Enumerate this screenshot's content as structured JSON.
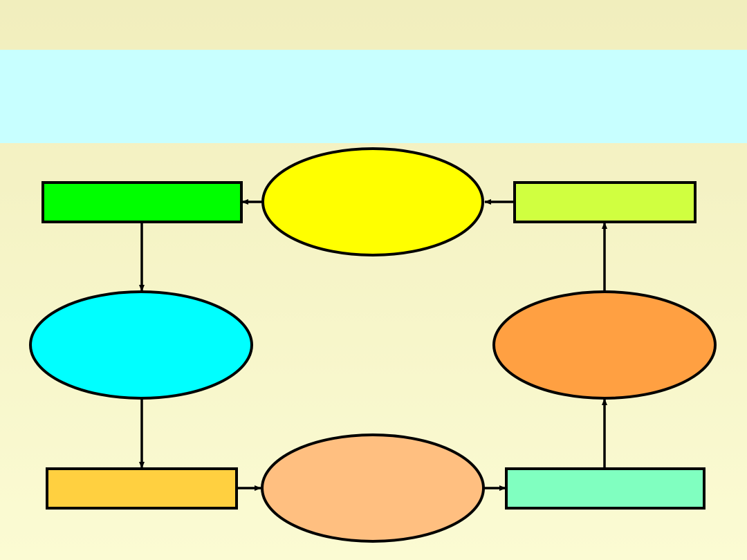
{
  "colors": {
    "band": "#c8ffff",
    "stroke": "#000000",
    "green_box": "#00ff00",
    "yellow_ellipse": "#ffff00",
    "lime_box": "#d0ff40",
    "cyan_ellipse": "#00ffff",
    "orange_ellipse": "#ffa042",
    "gold_box": "#ffd040",
    "peach_ellipse": "#ffbf80",
    "mint_box": "#80ffc0"
  },
  "nodes": [
    {
      "id": "green-box",
      "shape": "rect",
      "color": "green_box"
    },
    {
      "id": "yellow-ellipse",
      "shape": "ellipse",
      "color": "yellow_ellipse"
    },
    {
      "id": "lime-box",
      "shape": "rect",
      "color": "lime_box"
    },
    {
      "id": "cyan-ellipse",
      "shape": "ellipse",
      "color": "cyan_ellipse"
    },
    {
      "id": "orange-ellipse",
      "shape": "ellipse",
      "color": "orange_ellipse"
    },
    {
      "id": "gold-box",
      "shape": "rect",
      "color": "gold_box"
    },
    {
      "id": "peach-ellipse",
      "shape": "ellipse",
      "color": "peach_ellipse"
    },
    {
      "id": "mint-box",
      "shape": "rect",
      "color": "mint_box"
    }
  ],
  "edges": [
    [
      "yellow-ellipse",
      "green-box"
    ],
    [
      "lime-box",
      "yellow-ellipse"
    ],
    [
      "green-box",
      "cyan-ellipse"
    ],
    [
      "cyan-ellipse",
      "gold-box"
    ],
    [
      "gold-box",
      "peach-ellipse"
    ],
    [
      "peach-ellipse",
      "mint-box"
    ],
    [
      "mint-box",
      "orange-ellipse"
    ],
    [
      "orange-ellipse",
      "lime-box"
    ]
  ]
}
